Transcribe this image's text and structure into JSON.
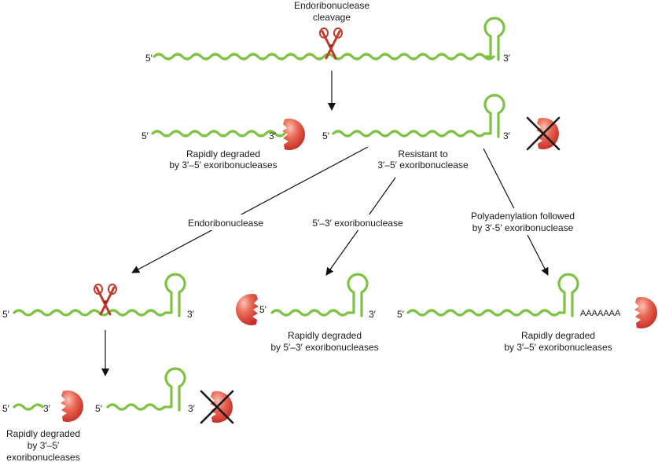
{
  "colors": {
    "rna": "#7dc242",
    "enzyme": "#e2463a",
    "enzyme_highlight": "#f7c3b6",
    "scissors": "#c0392b",
    "cross": "#1a1a1a"
  },
  "icons": [
    "scissors-icon",
    "exonuclease-icon",
    "blocked-exonuclease-icon",
    "stem-loop-icon"
  ],
  "labels": {
    "top_cleavage_1": "Endoribonuclease",
    "top_cleavage_2": "cleavage",
    "left_fragment_1": "Rapidly degraded",
    "left_fragment_2": "by 3′–5′ exoribonucleases",
    "resistant_1": "Resistant to",
    "resistant_2": "3′–5′ exoribonuclease",
    "branch_endo": "Endoribonuclease",
    "branch_53": "5′–3′ exoribonuclease",
    "branch_polyA_1": "Polyadenylation followed",
    "branch_polyA_2": "by 3′-5′ exoribonuclease",
    "mid_degraded_1": "Rapidly degraded",
    "mid_degraded_2": "by 5′–3′ exoribonucleases",
    "right_degraded_1": "Rapidly degraded",
    "right_degraded_2": "by 3′–5′ exoribonucleases",
    "bottom_degraded_1": "Rapidly degraded",
    "bottom_degraded_2": "by 3′–5′",
    "bottom_degraded_3": "exoribonucleases",
    "polyA_tail": "AAAAAAA"
  },
  "ends": {
    "five_prime": "5′",
    "three_prime": "3′"
  }
}
